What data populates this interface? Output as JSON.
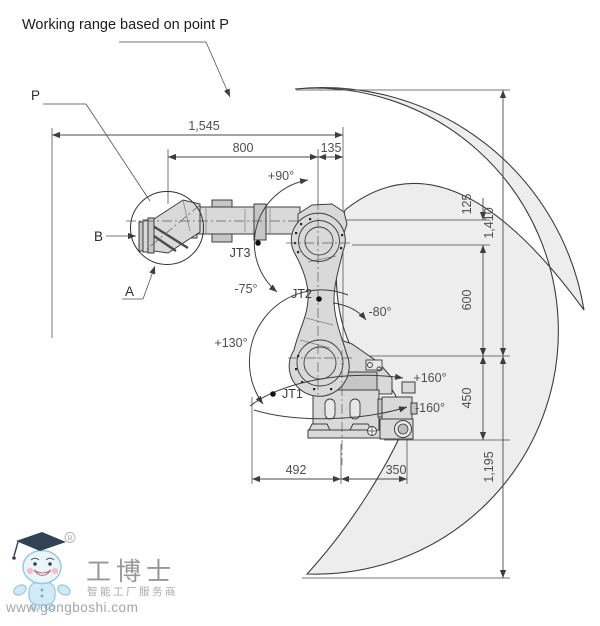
{
  "title": "Working range based on point P",
  "labels": {
    "p": "P",
    "a": "A",
    "b": "B",
    "jt1": "JT1",
    "jt2": "JT2",
    "jt3": "JT3"
  },
  "angles": {
    "jt3_plus": "+90°",
    "jt3_minus": "-75°",
    "jt2_minus": "-80°",
    "jt2_plus": "+130°",
    "jt1_plus": "+160°",
    "jt1_minus": "-160°"
  },
  "dims": {
    "d1545": "1,545",
    "d800": "800",
    "d135": "135",
    "d125": "125",
    "d1410": "1,410",
    "d600": "600",
    "d450": "450",
    "d1195": "1,195",
    "d492": "492",
    "d350": "350"
  },
  "watermark": {
    "brand": "工博士",
    "tagline": "智能工厂服务商",
    "url": "www.gongboshi.com",
    "registered": "R"
  },
  "colors": {
    "envelope_fill": "#ededed",
    "robot_fill": "#d9d9d9",
    "robot_dark": "#c6c6c6",
    "outline": "#3d3d3d",
    "dim_line": "#4a4a4a",
    "dim_text": "#4f4f4f",
    "mascot_blue": "#cfe9f6",
    "mascot_stroke": "#88c4de",
    "cap_navy": "#1f3346",
    "cheek_pink": "#f6b9c4"
  }
}
